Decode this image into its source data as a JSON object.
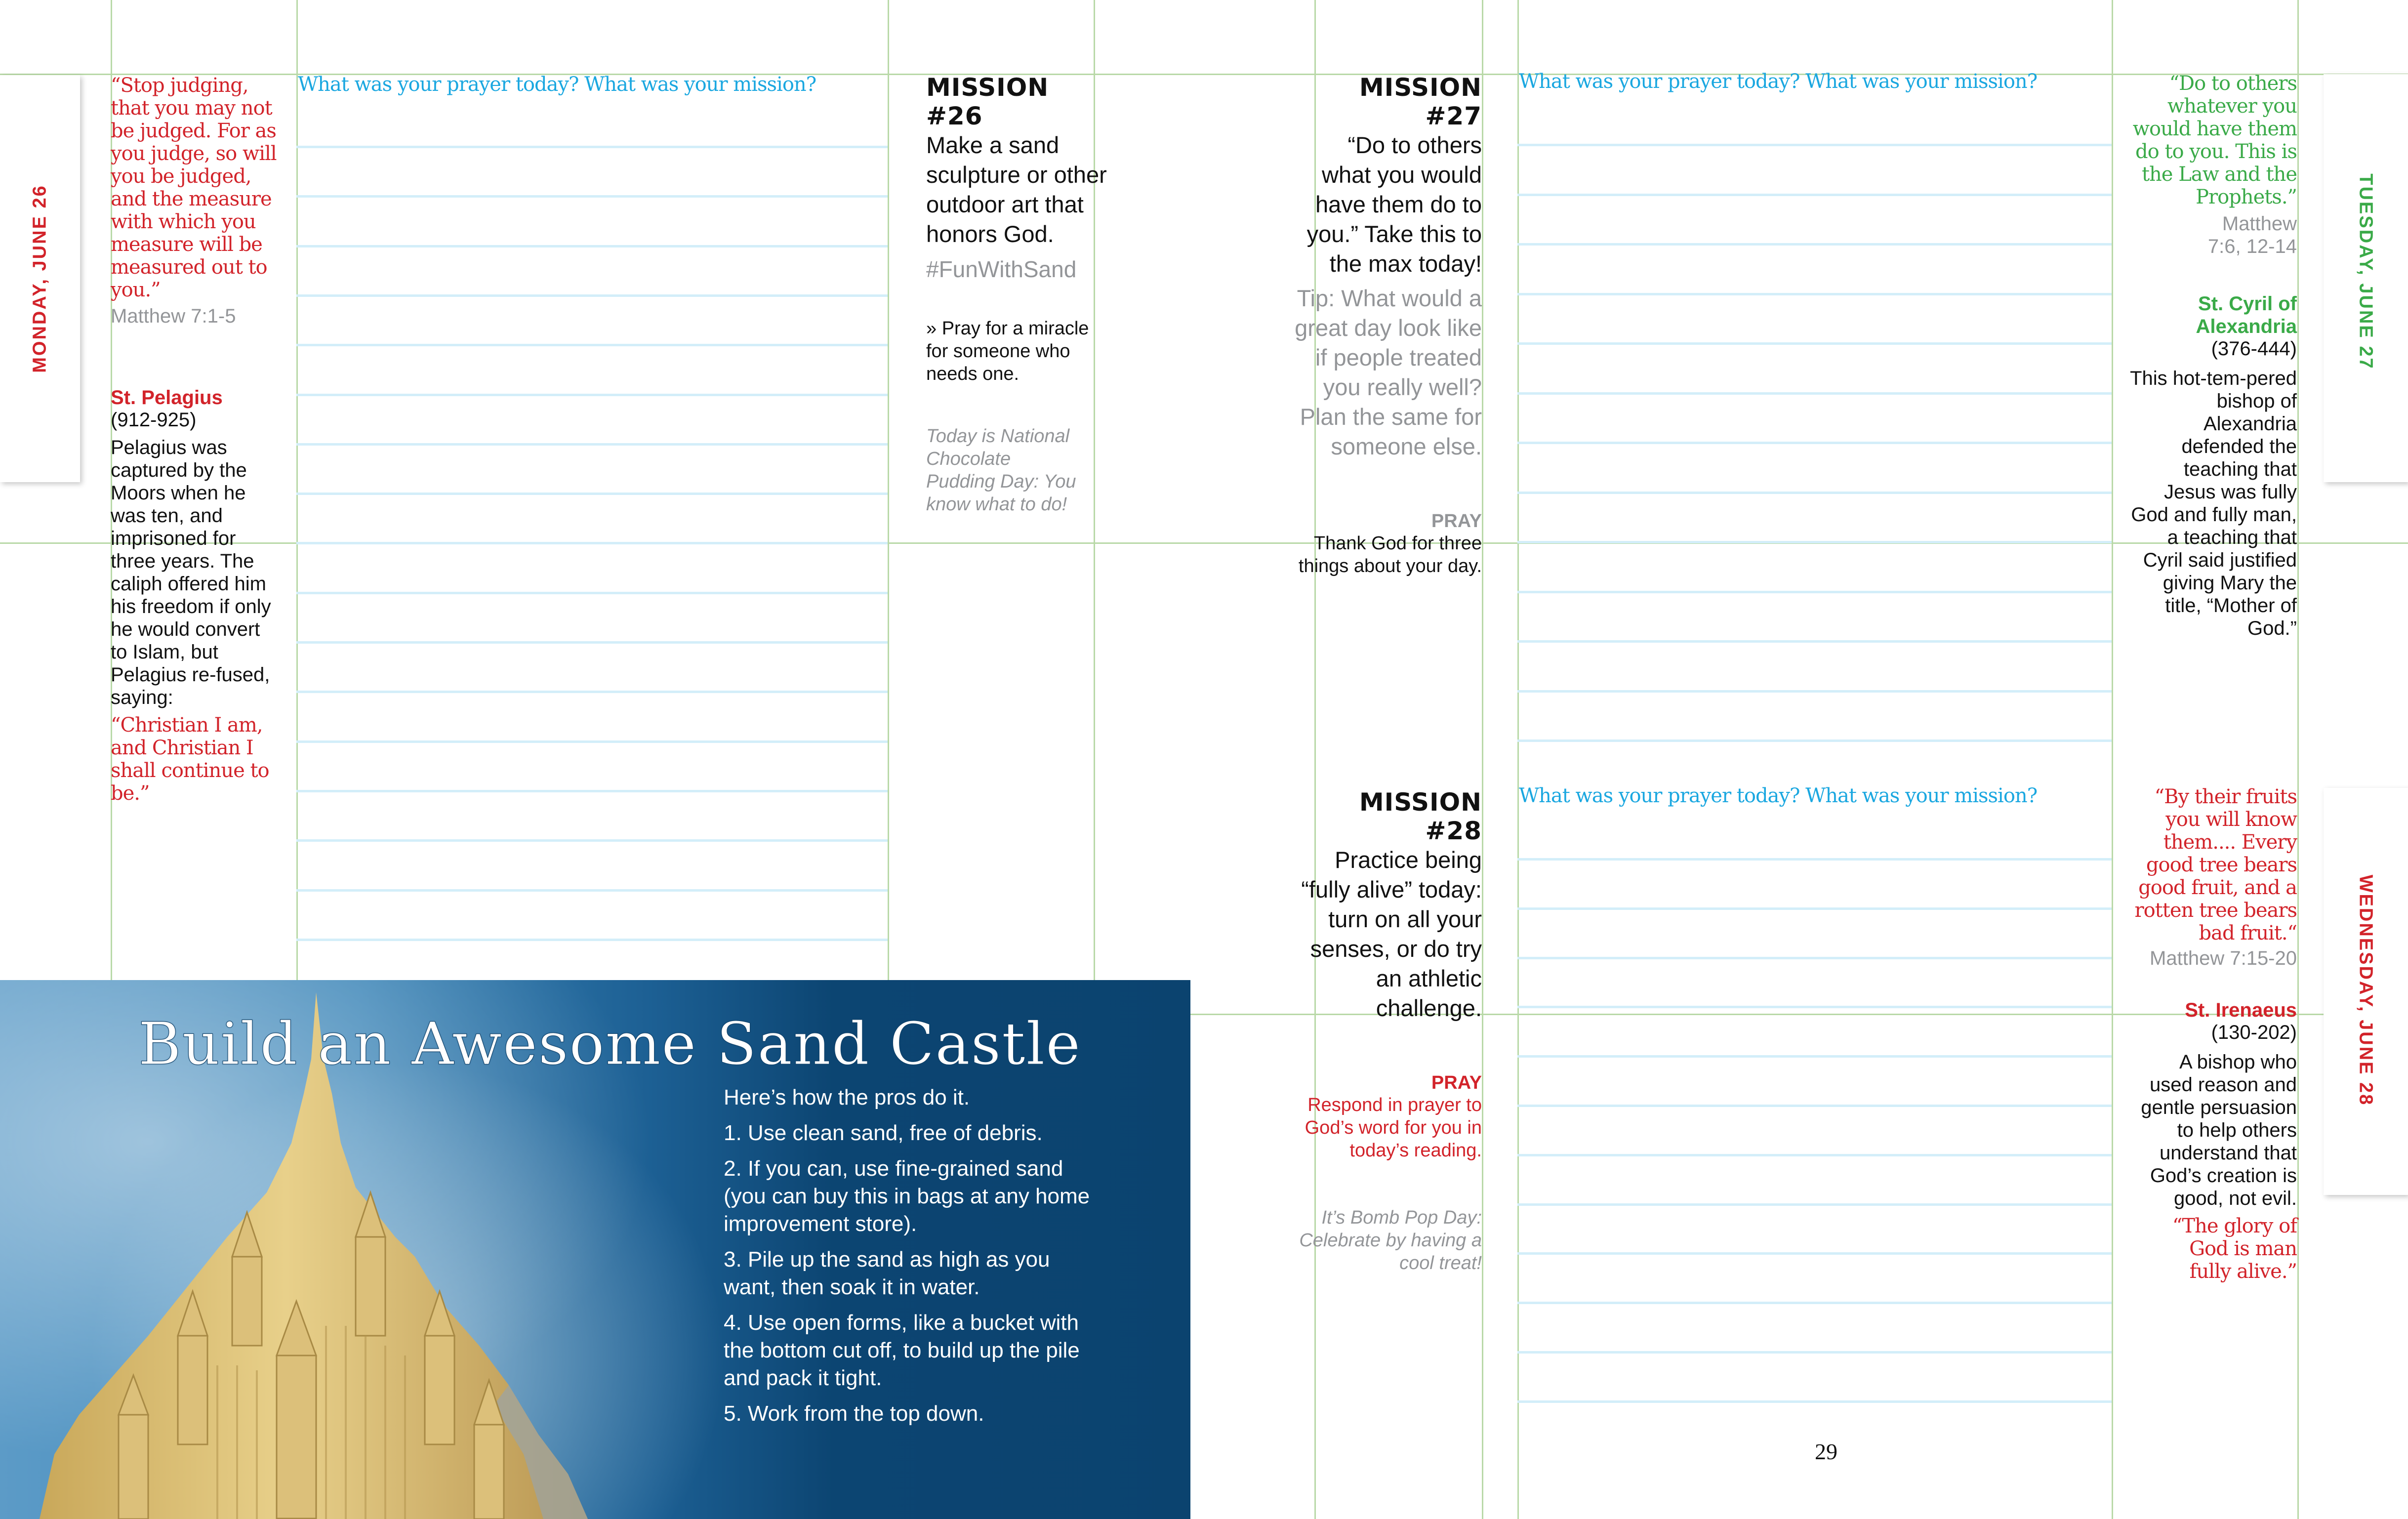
{
  "page_number": "29",
  "colors": {
    "red": "#d2232a",
    "green": "#3aaa48",
    "prompt_blue": "#1aa7e0",
    "gray": "#939598",
    "guide_green": "#b9d9a8",
    "rule_blue": "#d3eef9",
    "box_navy": "#0b436f"
  },
  "journal_prompt": "What was your prayer today? What was your mission?",
  "days": [
    {
      "tab_label": "MONDAY, JUNE 26",
      "scripture_quote": "“Stop judging, that you may not be judged. For as you judge, so will you be judged, and the measure with which you measure will be measured out to you.”",
      "scripture_ref": "Matthew 7:1-5",
      "saint_name": "St. Pelagius",
      "saint_years": "(912-925)",
      "saint_bio": "Pelagius was captured by the Moors when he was ten, and imprisoned for three years. The caliph offered him his freedom if only he would convert to Islam, but Pelagius re-fused, saying:",
      "saint_quote": "“Christian I am, and Christian I shall continue to be.”",
      "mission_heading": "MISSION #26",
      "mission_text": "Make a sand sculpture or other outdoor art that honors God.",
      "mission_hashtag": "#FunWithSand",
      "mission_pray": "» Pray for a miracle for someone who needs one.",
      "fun_fact": "Today is National Chocolate Pudding Day: You know what to do!"
    },
    {
      "tab_label": "TUESDAY, JUNE 27",
      "scripture_quote": "“Do to others whatever you would have them do to you. This is the Law and the Prophets.”",
      "scripture_ref": "Matthew 7:6, 12-14",
      "saint_name": "St. Cyril of Alexandria",
      "saint_years": "(376-444)",
      "saint_bio": "This hot-tem-pered bishop of Alexandria defended the teaching that Jesus was fully God and fully man, a teaching that Cyril said justified giving Mary the title, “Mother of God.”",
      "mission_heading": "MISSION #27",
      "mission_text": "“Do to others what you would have them do to you.” Take this to the max today!",
      "mission_tip": "Tip: What would a great day look like if  people treated you really well? Plan the same for someone else.",
      "pray_label": "PRAY",
      "pray_text": "Thank God for three things about your day."
    },
    {
      "tab_label": "WEDNESDAY, JUNE 28",
      "scripture_quote": "“By their fruits you will know them.... Every good tree bears good fruit, and a rotten tree bears bad fruit.“",
      "scripture_ref": "Matthew 7:15-20",
      "saint_name": "St. Irenaeus",
      "saint_years": "(130-202)",
      "saint_bio": "A bishop who used reason and gentle persuasion to help others understand that God’s creation is good, not evil.",
      "saint_quote": "“The glory of God is man fully alive.”",
      "mission_heading": "MISSION #28",
      "mission_text": "Practice being “fully alive” today: turn on all your senses, or do try an athletic challenge.",
      "pray_label": "PRAY",
      "pray_text": "Respond in prayer to God’s word for you in today’s reading.",
      "fun_fact": "It’s Bomb Pop Day: Celebrate by having a cool treat!"
    }
  ],
  "sand_castle_box": {
    "title": "Build an Awesome Sand Castle",
    "intro": "Here’s how the pros do it.",
    "steps": [
      "1. Use clean sand, free of debris.",
      "2. If you can, use fine-grained sand (you can buy this in bags at any home improvement store).",
      "3. Pile up the sand as high as you want, then soak it in water.",
      "4. Use open forms, like a bucket with the bottom cut off, to build up the pile and pack it tight.",
      "5. Work from the top down."
    ],
    "image_subject": "sand-castle-photo"
  }
}
